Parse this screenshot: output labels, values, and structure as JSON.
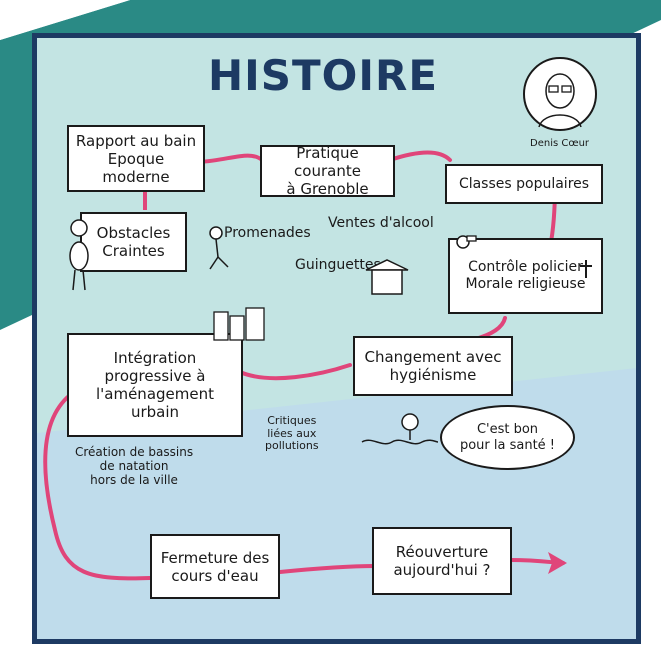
{
  "colors": {
    "teal_corner": "#2a8a85",
    "frame": "#1d3a63",
    "bg_top": "#bfe3e4",
    "bg_bottom": "#bfdceb",
    "path": "#e0457a",
    "title": "#1d3a63"
  },
  "title": "HISTOIRE",
  "portrait": {
    "caption": "Denis Cœur",
    "icon": "portrait-sketch"
  },
  "boxes": {
    "rapport": "Rapport au bain\nEpoque moderne",
    "pratique": "Pratique courante\nà Grenoble",
    "classes": "Classes populaires",
    "obstacles": "Obstacles\nCraintes",
    "controle": "Contrôle policier\nMorale religieuse",
    "integration": "Intégration\nprogressive à\nl'aménagement\nurbain",
    "changement": "Changement avec\nhygiénisme",
    "fermeture": "Fermeture des\ncours d'eau",
    "reouverture": "Réouverture\naujourd'hui ?"
  },
  "labels": {
    "promenades": "Promenades",
    "ventes": "Ventes d'alcool",
    "guinguettes": "Guinguettes",
    "critiques": "Critiques\nliées aux\npollutions",
    "creation": "Création de bassins\nde natation\nhors de la ville",
    "speech": "C'est bon\npour la santé !"
  },
  "icons": [
    "teal-corner-shape",
    "portrait-sketch",
    "worried-figure-icon",
    "walking-figure-icon",
    "guinguette-hut-icon",
    "whistle-icon",
    "cross-icon",
    "buildings-icon",
    "swimmer-icon",
    "speech-bubble",
    "arrow-head-icon"
  ]
}
